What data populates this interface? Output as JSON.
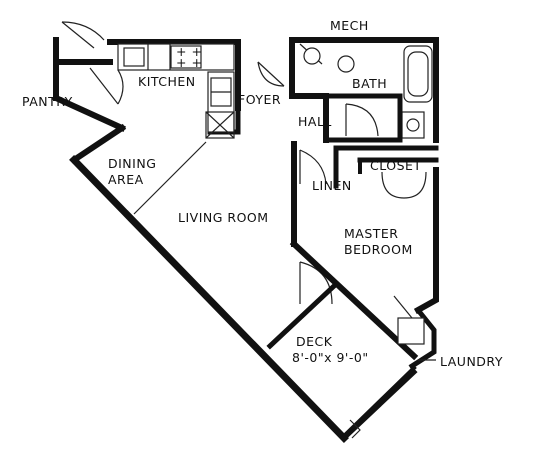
{
  "rooms": {
    "mech": "MECH",
    "kitchen": "KITCHEN",
    "bath": "BATH",
    "pantry": "PANTRY",
    "foyer": "FOYER",
    "hall": "HALL",
    "dining_line1": "DINING",
    "dining_line2": "AREA",
    "closet": "CLOSET",
    "linen": "LINEN",
    "living_room": "LIVING ROOM",
    "master_line1": "MASTER",
    "master_line2": "BEDROOM",
    "deck_line1": "DECK",
    "deck_line2": "8'-0\"x 9'-0\"",
    "laundry": "LAUNDRY"
  },
  "colors": {
    "ink": "#111111",
    "background": "#ffffff"
  }
}
